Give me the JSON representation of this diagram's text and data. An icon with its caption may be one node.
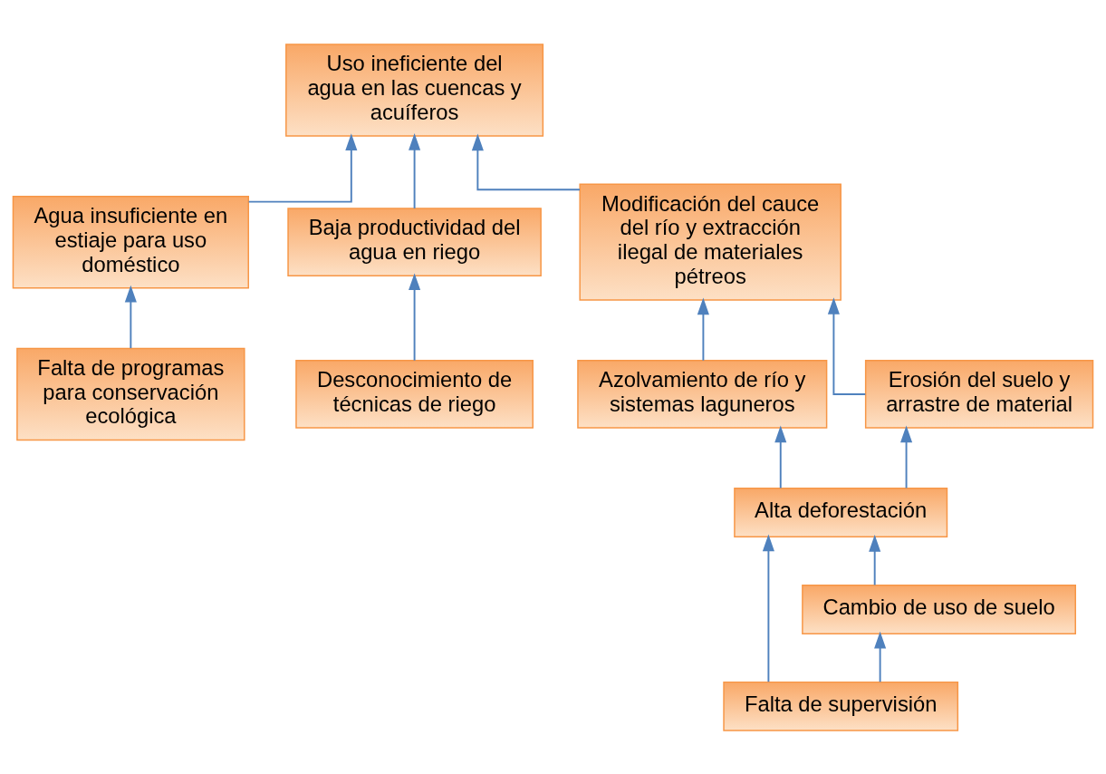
{
  "diagram": {
    "nodes": [
      {
        "text": [
          "Uso ineficiente del agua en las cuencas y acuíferos"
        ]
      },
      {
        "text": [
          "Agua insuficiente en estiaje para uso doméstico"
        ]
      },
      {
        "text": [
          "Baja productividad del agua en riego"
        ]
      },
      {
        "text": [
          "Modificación del cauce del río y extracción ilegal de materiales pétreos"
        ]
      },
      {
        "text": [
          "Falta de programas para conservación ecológica"
        ]
      },
      {
        "text": [
          "Desconocimiento de técnicas de riego"
        ]
      },
      {
        "text": [
          "Azolvamiento de río y sistemas laguneros"
        ]
      },
      {
        "text": [
          "Erosión del suelo y arrastre de material"
        ]
      },
      {
        "text": [
          "Alta deforestación"
        ]
      },
      {
        "text": [
          "Cambio de uso de suelo"
        ]
      },
      {
        "text": [
          "Falta de supervisión"
        ]
      }
    ],
    "edges": [
      {
        "from": 1,
        "to": 0,
        "arrow": "to"
      },
      {
        "from": 2,
        "to": 0,
        "arrow": "to"
      },
      {
        "from": 3,
        "to": 0,
        "arrow": "to"
      },
      {
        "from": 4,
        "to": 1,
        "arrow": "to"
      },
      {
        "from": 5,
        "to": 2,
        "arrow": "to"
      },
      {
        "from": 6,
        "to": 3,
        "arrow": "to"
      },
      {
        "from": 7,
        "to": 3,
        "arrow": "to"
      },
      {
        "from": 8,
        "to": 6,
        "arrow": "to"
      },
      {
        "from": 8,
        "to": 7,
        "arrow": "to"
      },
      {
        "from": 9,
        "to": 8,
        "arrow": "to"
      },
      {
        "from": 10,
        "to": 8,
        "arrow": "to"
      },
      {
        "from": 10,
        "to": 9,
        "arrow": "to"
      }
    ]
  }
}
